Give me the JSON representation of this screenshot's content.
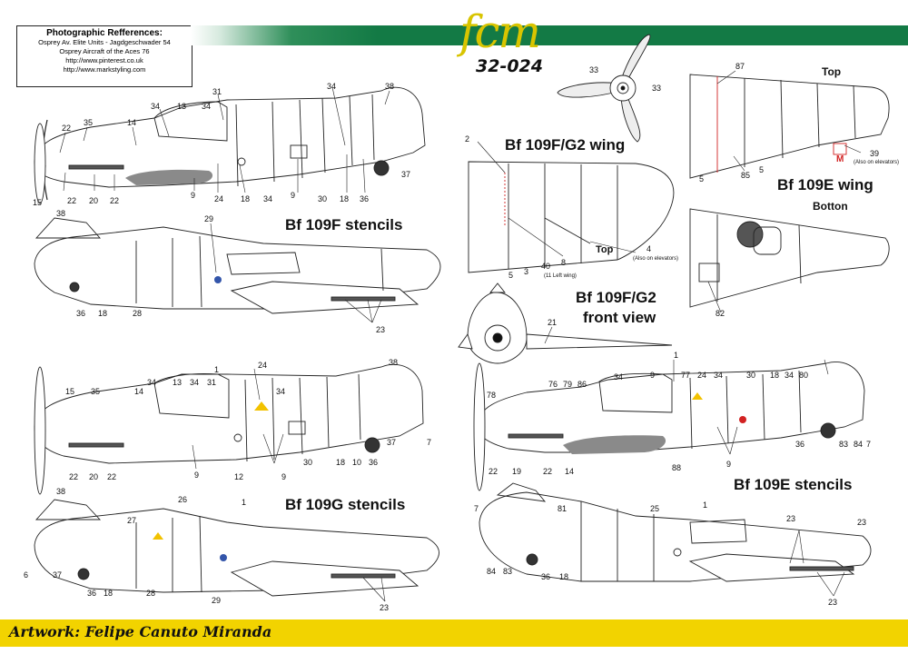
{
  "references": {
    "title": "Photographic Refferences:",
    "lines": [
      "Osprey Av. Elite Units - Jagdgeschwader 54",
      "Osprey Aircraft of the Aces 76",
      "http://www.pinterest.co.uk",
      "http://www.markstyling.com"
    ]
  },
  "logo": {
    "brand": "fcm",
    "code": "32-024"
  },
  "titles": {
    "f_wing": "Bf 109F/G2 wing",
    "e_wing": "Bf 109E wing",
    "f_stencils": "Bf 109F stencils",
    "f_front_1": "Bf 109F/G2",
    "f_front_2": "front view",
    "g_stencils": "Bf 109G stencils",
    "e_stencils": "Bf 109E stencils"
  },
  "labels": {
    "top": "Top",
    "top_e": "Top",
    "botton": "Botton",
    "also_elevators": "(Also on elevators)",
    "also_elevators_2": "(Also on elevators)",
    "left_wing": "(11 Left wing)",
    "m_marker": "M"
  },
  "callouts": {
    "prop": [
      "33",
      "33"
    ],
    "f_top": [
      "34",
      "38",
      "31",
      "34",
      "13",
      "34",
      "22",
      "35",
      "14"
    ],
    "f_bottom": [
      "15",
      "22",
      "20",
      "22",
      "9",
      "24",
      "18",
      "34",
      "9",
      "30",
      "18",
      "36",
      "37"
    ],
    "f_under_top": [
      "38",
      "29"
    ],
    "f_under_bottom": [
      "36",
      "18",
      "28",
      "23"
    ],
    "fwing": [
      "2",
      "8",
      "4",
      "40",
      "3",
      "5"
    ],
    "fwing_note": "11 Left wing",
    "ewing_top": [
      "87",
      "5",
      "85",
      "5",
      "39"
    ],
    "ewing_bottom": [
      "82"
    ],
    "front": [
      "21"
    ],
    "g_top": [
      "1",
      "24",
      "38",
      "34",
      "13",
      "34",
      "31",
      "14",
      "15",
      "35",
      "34"
    ],
    "g_bottom": [
      "22",
      "20",
      "22",
      "9",
      "12",
      "9",
      "30",
      "18",
      "10",
      "36",
      "37",
      "7"
    ],
    "g_under_top": [
      "38",
      "26",
      "1",
      "27"
    ],
    "g_under_bottom": [
      "6",
      "37",
      "36",
      "18",
      "28",
      "29",
      "23"
    ],
    "e_top": [
      "1",
      "76",
      "79",
      "86",
      "34",
      "9",
      "77",
      "24",
      "34",
      "30",
      "18",
      "34",
      "80",
      "78"
    ],
    "e_bottom": [
      "22",
      "19",
      "22",
      "14",
      "88",
      "9",
      "36",
      "83",
      "84",
      "7"
    ],
    "e_under_top": [
      "7",
      "81",
      "25",
      "1",
      "23",
      "23"
    ],
    "e_under_bottom": [
      "84",
      "83",
      "36",
      "18",
      "23"
    ]
  },
  "artwork": {
    "label": "Artwork:",
    "name": "Felipe Canuto Miranda"
  },
  "colors": {
    "green": "#137a45",
    "yellow": "#f2d300",
    "logo_yellow": "#d8c400",
    "panel_gray": "#8a8a8a",
    "red": "#d22222"
  }
}
